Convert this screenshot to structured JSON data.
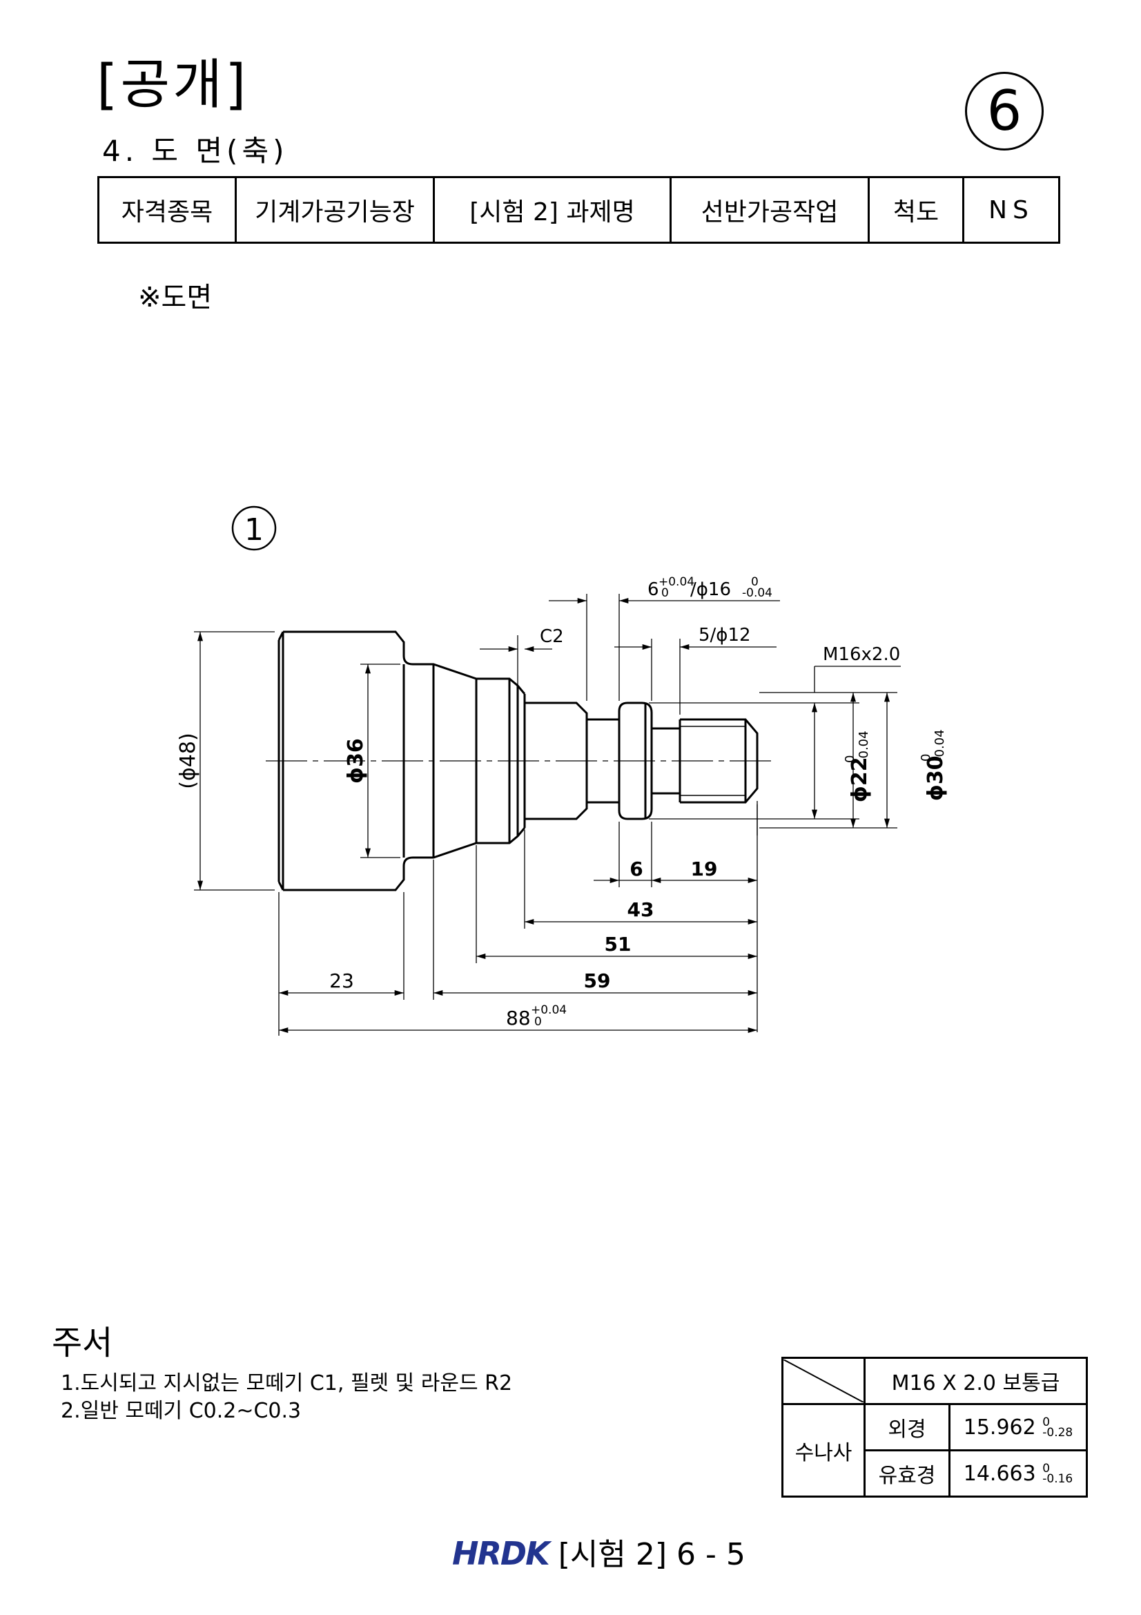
{
  "header": {
    "title": "[공개]",
    "sheet_number": "6",
    "section": "4. 도 면(축)"
  },
  "info_table": {
    "label_field": "자격종목",
    "value_field": "기계가공기능장",
    "label_task": "[시험 2] 과제명",
    "value_task": "선반가공작업",
    "label_scale": "척도",
    "value_scale": "NS"
  },
  "drawing": {
    "subtitle": "※도면",
    "part_number": "1",
    "dims": {
      "d48": "(ϕ48)",
      "d36": "ϕ36",
      "d22": "ϕ22",
      "d22_tol_upper": "0",
      "d22_tol_lower": "-0.04",
      "d30": "ϕ30",
      "d30_tol_upper": "0",
      "d30_tol_lower": "-0.04",
      "groove_top": "6",
      "groove_top_tol_upper": "+0.04",
      "groove_top_tol_lower": "0",
      "groove_top_diam": "/ϕ16",
      "groove_diam_tol_upper": "0",
      "groove_diam_tol_lower": "-0.04",
      "c2": "C2",
      "relief": "5/ϕ12",
      "thread": "M16x2.0",
      "l6": "6",
      "l19": "19",
      "l43": "43",
      "l51": "51",
      "l59": "59",
      "l23": "23",
      "l88": "88",
      "l88_tol_upper": "+0.04",
      "l88_tol_lower": "0"
    }
  },
  "notes": {
    "heading": "주서",
    "items": [
      "1.도시되고 지시없는 모떼기 C1, 필렛 및 라운드 R2",
      "2.일반 모떼기 C0.2~C0.3"
    ]
  },
  "thread_table": {
    "header": "M16 X 2.0 보통급",
    "row_label": "수나사",
    "outer_label": "외경",
    "outer_value": "15.962",
    "outer_tol_upper": "0",
    "outer_tol_lower": "-0.28",
    "pitch_label": "유효경",
    "pitch_value": "14.663",
    "pitch_tol_upper": "0",
    "pitch_tol_lower": "-0.16"
  },
  "footer": {
    "logo": "HRDK",
    "page": "[시험 2] 6 - 5"
  }
}
